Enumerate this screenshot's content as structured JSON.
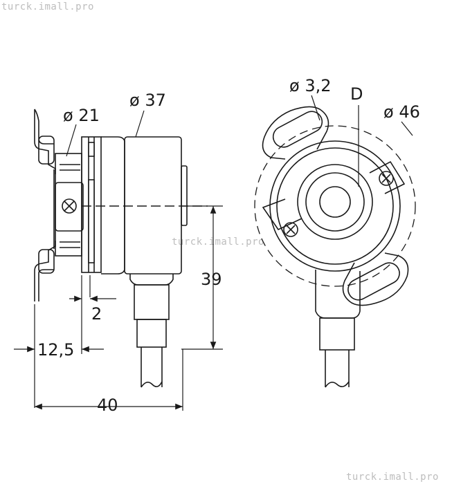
{
  "watermarks": {
    "top_left": "turck.imall.pro",
    "center": "turck.imall.pro",
    "bottom_right": "turck.imall.pro"
  },
  "side_view": {
    "dim_flange_diameter": "ø 21",
    "dim_body_diameter": "ø 37",
    "dim_groove": "2",
    "dim_height": "39",
    "dim_flange_offset": "12,5",
    "dim_length": "40"
  },
  "front_view": {
    "dim_slot_diameter": "ø 3,2",
    "dim_shaft": "D",
    "dim_bolt_circle": "ø 46"
  },
  "colors": {
    "line": "#1a1a1a",
    "dash": "#1a1a1a",
    "watermark": "#bdbdbd"
  }
}
